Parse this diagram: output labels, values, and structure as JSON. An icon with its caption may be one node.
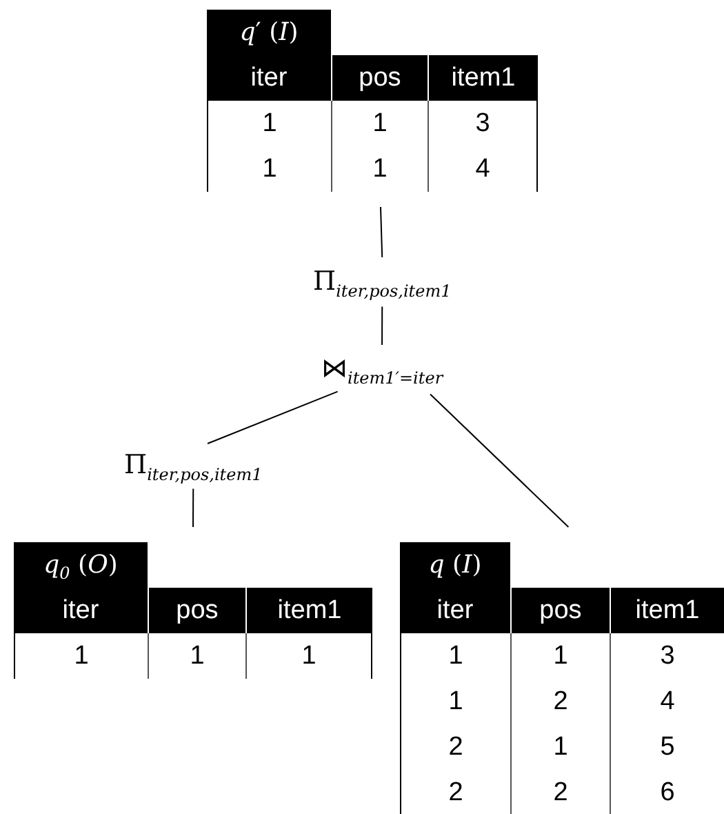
{
  "diagram": {
    "nodes": [
      {
        "text": [
          "*q*′ (*I*)",
          "iter",
          "pos",
          "item1",
          "1",
          "1",
          "3",
          "1",
          "1",
          "4"
        ]
      },
      {
        "text": [
          "Π$_{iter,pos,item1}$"
        ]
      },
      {
        "text": [
          "⋈$_{item1′=iter}$"
        ]
      },
      {
        "text": [
          "Π$_{iter,pos,item1}$"
        ]
      },
      {
        "text": [
          "*q*$_{0}$ (*O*)",
          "iter",
          "pos",
          "item1",
          "1",
          "1",
          "1"
        ]
      },
      {
        "text": [
          "*q* (*I*)",
          "iter",
          "pos",
          "item1",
          "1",
          "1",
          "3",
          "1",
          "2",
          "4",
          "2",
          "1",
          "5",
          "2",
          "2",
          "6"
        ]
      }
    ],
    "edges": [
      {
        "from": 0,
        "to": 1,
        "arrow": "none"
      },
      {
        "from": 1,
        "to": 2,
        "arrow": "none"
      },
      {
        "from": 2,
        "to": 3,
        "arrow": "none"
      },
      {
        "from": 2,
        "to": 5,
        "arrow": "none"
      },
      {
        "from": 3,
        "to": 4,
        "arrow": "none"
      }
    ]
  }
}
